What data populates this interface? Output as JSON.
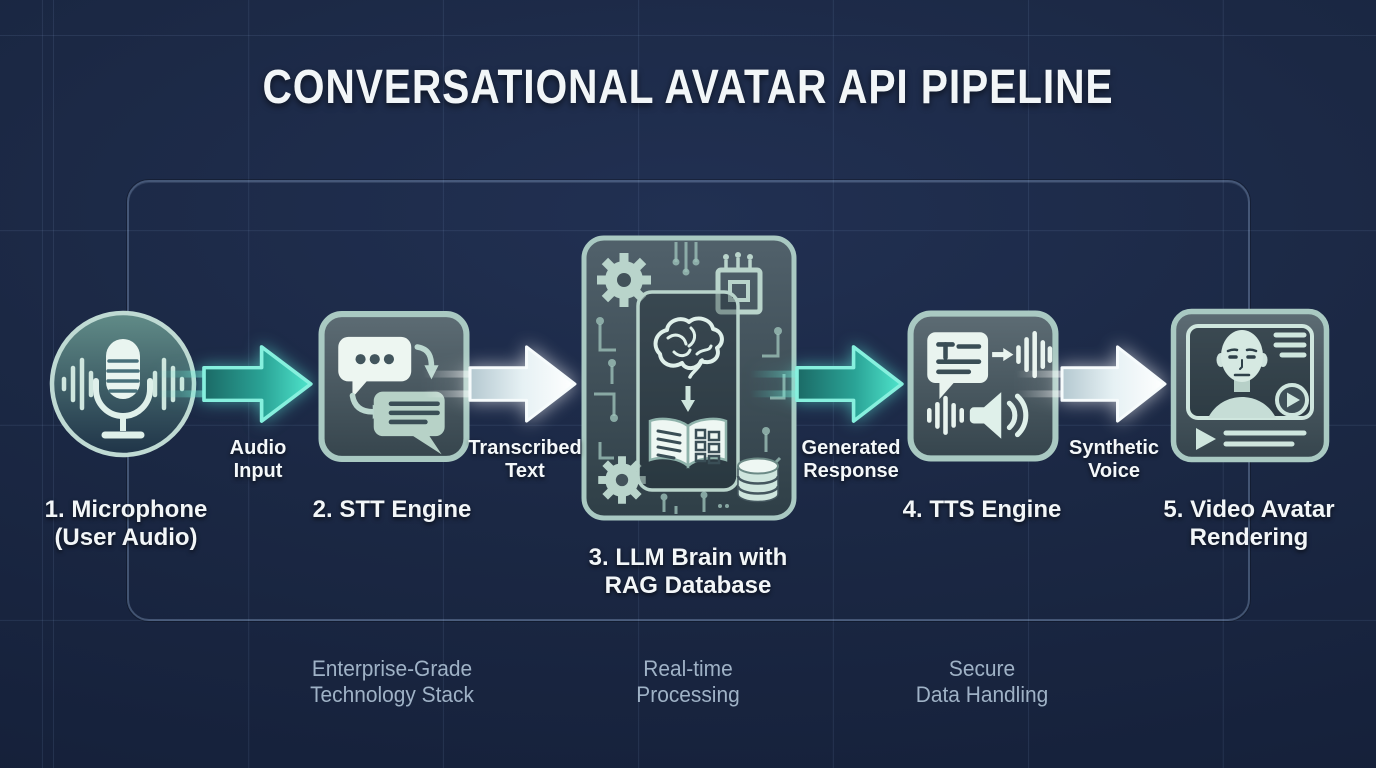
{
  "title": "CONVERSATIONAL AVATAR API PIPELINE",
  "stages": [
    {
      "name": "microphone",
      "line1": "1. Microphone",
      "line2": "(User Audio)"
    },
    {
      "name": "stt-engine",
      "line1": "2. STT Engine",
      "line2": ""
    },
    {
      "name": "llm-brain",
      "line1": "3. LLM Brain with",
      "line2": "RAG Database"
    },
    {
      "name": "tts-engine",
      "line1": "4. TTS Engine",
      "line2": ""
    },
    {
      "name": "video-avatar",
      "line1": "5. Video Avatar",
      "line2": "Rendering"
    }
  ],
  "arrows": [
    {
      "line1": "Audio",
      "line2": "Input",
      "style": "teal"
    },
    {
      "line1": "Transcribed",
      "line2": "Text",
      "style": "white"
    },
    {
      "line1": "Generated",
      "line2": "Response",
      "style": "teal"
    },
    {
      "line1": "Synthetic",
      "line2": "Voice",
      "style": "white"
    }
  ],
  "footnotes": [
    {
      "line1": "Enterprise-Grade",
      "line2": "Technology Stack"
    },
    {
      "line1": "Real-time",
      "line2": "Processing"
    },
    {
      "line1": "Secure",
      "line2": "Data Handling"
    }
  ],
  "colors": {
    "background": "#1b2844",
    "accent_teal": "#4fe5cc",
    "arrow_white": "#ffffff",
    "box_border": "#a9c9c2",
    "icon_light": "#e9f5f0",
    "label_text": "#f2f6f8",
    "footnote_text": "#9fb2c6"
  }
}
